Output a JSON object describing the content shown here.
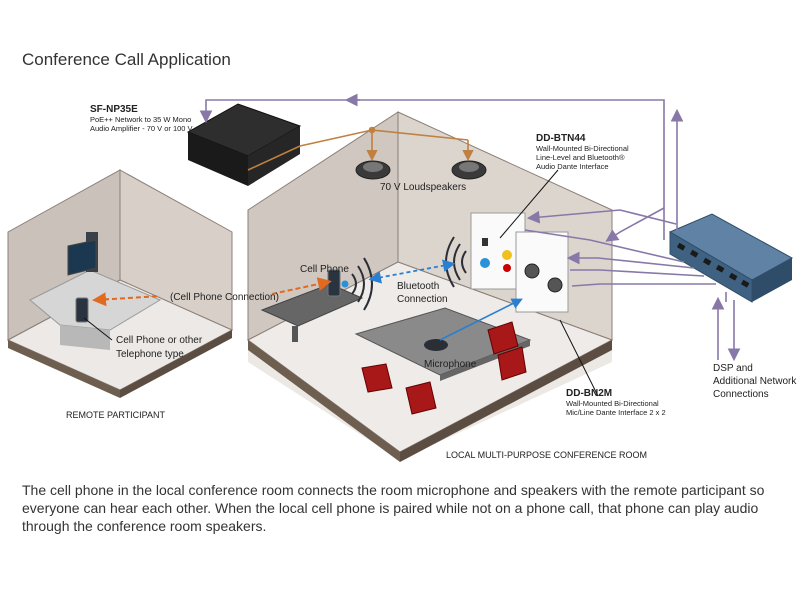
{
  "page": {
    "title": "Conference Call Application",
    "caption": "The cell phone in the local conference room connects the room microphone and speakers with the remote participant so everyone can hear each other.  When the local cell phone is paired while not on a phone call, that phone can play audio through the conference room speakers."
  },
  "labels": {
    "amp_model": "SF-NP35E",
    "amp_desc_1": "PoE++ Network to 35 W Mono",
    "amp_desc_2": "Audio Amplifier - 70 V or 100 V",
    "btn44_model": "DD-BTN44",
    "btn44_desc_1": "Wall-Mounted Bi-Directional",
    "btn44_desc_2": "Line-Level and Bluetooth®",
    "btn44_desc_3": "Audio Dante Interface",
    "loudspeakers": "70 V Loudspeakers",
    "cell_phone": "Cell Phone",
    "bluetooth_1": "Bluetooth",
    "bluetooth_2": "Connection",
    "cell_conn": "(Cell Phone Connection)",
    "remote_phone_1": "Cell Phone or other",
    "remote_phone_2": "Telephone type",
    "remote_participant": "REMOTE PARTICIPANT",
    "microphone": "Microphone",
    "bn2m_model": "DD-BN2M",
    "bn2m_desc_1": "Wall-Mounted Bi-Directional",
    "bn2m_desc_2": "Mic/Line Dante Interface 2 x 2",
    "local_room": "LOCAL MULTI-PURPOSE CONFERENCE ROOM",
    "dsp_1": "DSP and",
    "dsp_2": "Additional Network",
    "dsp_3": "Connections"
  },
  "colors": {
    "network_line": "#8878a8",
    "speaker_line": "#c08040",
    "bluetooth": "#2a7fd0",
    "cell_link": "#e06a20",
    "switch": "#4a6f92"
  }
}
